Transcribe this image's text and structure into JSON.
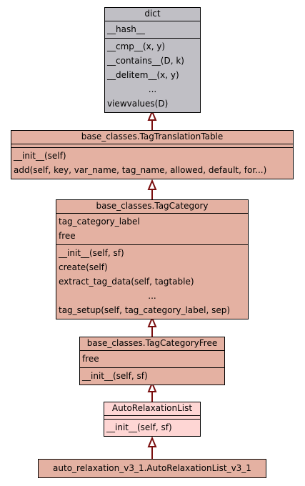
{
  "colors": {
    "dict": "#c0bfc5",
    "base": "#e4b1a2",
    "auto": "#fed6d4",
    "arrow": "#7a0f0f"
  },
  "classes": {
    "dict": {
      "title": "dict",
      "attributes": [
        "__hash__"
      ],
      "methods": [
        "__cmp__(x, y)",
        "__contains__(D, k)",
        "__delitem__(x, y)",
        "...",
        "viewvalues(D)"
      ]
    },
    "tag_translation_table": {
      "title": "base_classes.TagTranslationTable",
      "attributes": [],
      "methods": [
        "__init__(self)",
        "add(self, key, var_name, tag_name, allowed, default, for...)"
      ]
    },
    "tag_category": {
      "title": "base_classes.TagCategory",
      "attributes": [
        "tag_category_label",
        "free"
      ],
      "methods": [
        "__init__(self, sf)",
        "create(self)",
        "extract_tag_data(self, tagtable)",
        "...",
        "tag_setup(self, tag_category_label, sep)"
      ]
    },
    "tag_category_free": {
      "title": "base_classes.TagCategoryFree",
      "attributes": [
        "free"
      ],
      "methods": [
        "__init__(self, sf)"
      ]
    },
    "auto_relaxation_list": {
      "title": "AutoRelaxationList",
      "attributes": [],
      "methods": [
        "__init__(self, sf)"
      ]
    },
    "auto_relaxation_list_v3_1": {
      "title": "auto_relaxation_v3_1.AutoRelaxationList_v3_1"
    }
  }
}
